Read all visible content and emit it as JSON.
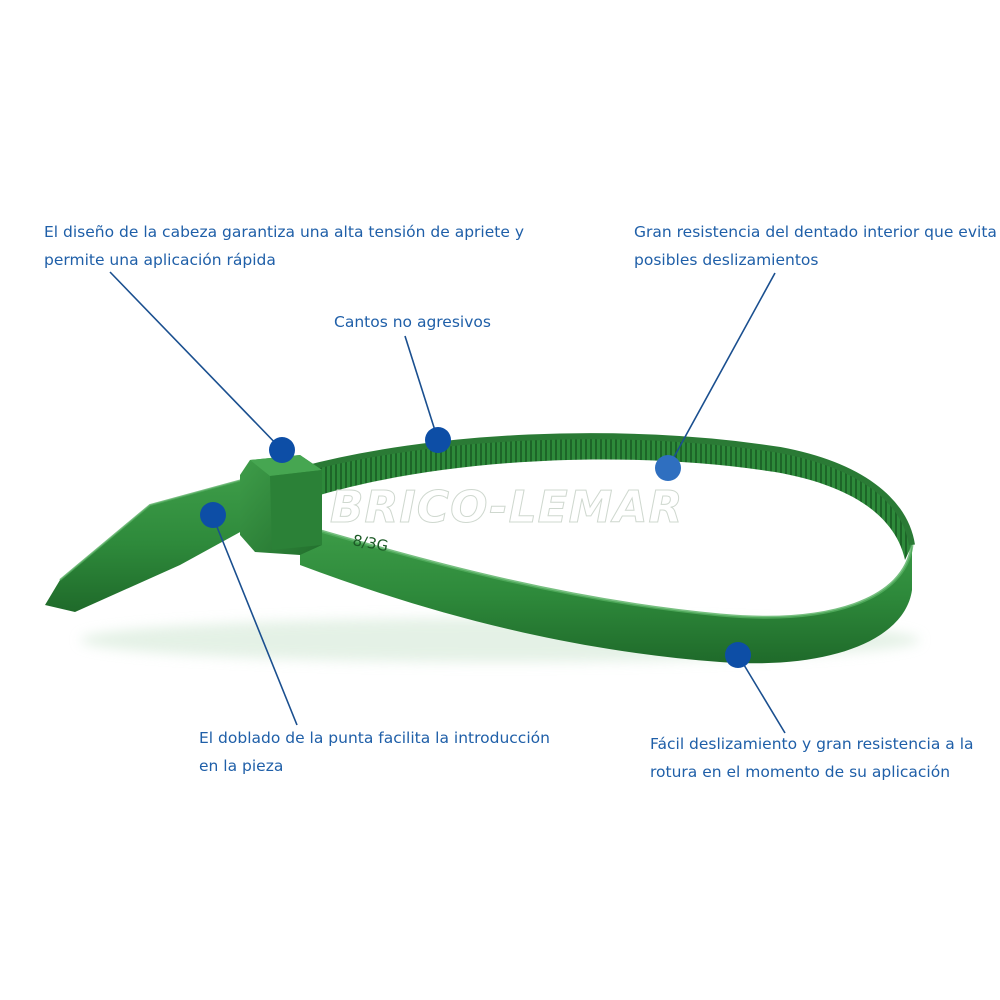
{
  "colors": {
    "tie_green": "#2e8a3b",
    "tie_dark": "#1f6a2a",
    "tie_light": "#4aa955",
    "callout_blue": "#0d4ea6",
    "text_blue": "#1f5fa8"
  },
  "watermark": "BRICO-LEMAR",
  "tie_marking": "8/3G",
  "callouts": {
    "head_design": {
      "line1": "El diseño de la cabeza garantiza una alta tensión de apriete y",
      "line2": "permite una aplicación rápida"
    },
    "edges": {
      "line1": "Cantos no agresivos"
    },
    "teeth": {
      "line1": "Gran resistencia del dentado interior que evita",
      "line2": "posibles deslizamientos"
    },
    "tip": {
      "line1": "El doblado de la punta facilita la introducción",
      "line2": "en la pieza"
    },
    "strength": {
      "line1": "Fácil deslizamiento y gran resistencia a la",
      "line2": "rotura en el momento de su aplicación"
    }
  }
}
